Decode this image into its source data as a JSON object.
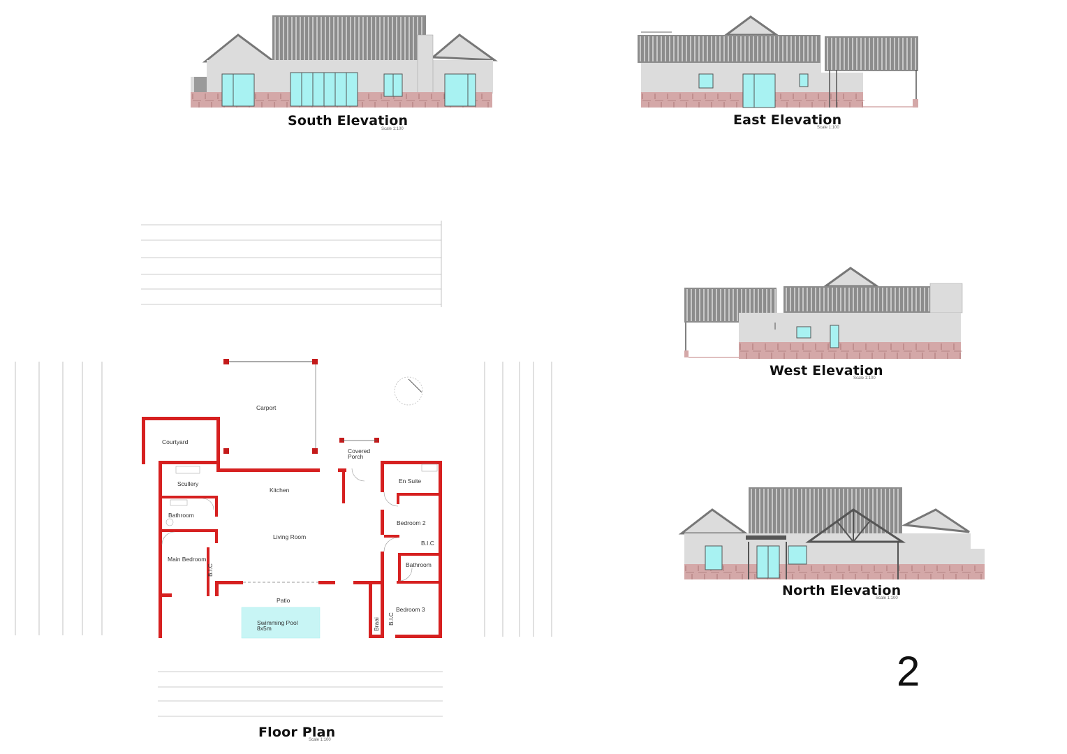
{
  "colors": {
    "wall": "#d62020",
    "plinth": "#d4a8a8",
    "roof": "#8c8c8c",
    "facade": "#dcdcdc",
    "glass": "#a8f2f2",
    "pool": "#c8f5f5"
  },
  "elevations": {
    "south": {
      "title": "South Elevation",
      "scale": "Scale 1:100"
    },
    "east": {
      "title": "East Elevation",
      "scale": "Scale 1:100"
    },
    "west": {
      "title": "West Elevation",
      "scale": "Scale 1:100"
    },
    "north": {
      "title": "North Elevation",
      "scale": "Scale 1:100"
    }
  },
  "floor_plan": {
    "title": "Floor Plan",
    "scale": "Scale 1:100",
    "rooms": {
      "carport": "Carport",
      "courtyard": "Courtyard",
      "covered_porch_1": "Covered",
      "covered_porch_2": "Porch",
      "scullery": "Scullery",
      "kitchen": "Kitchen",
      "en_suite": "En Suite",
      "bathroom_main": "Bathroom",
      "bedroom_2": "Bedroom 2",
      "bic_1": "B.I.C",
      "living_room": "Living Room",
      "main_bedroom": "Main Bedroom",
      "bathroom_2": "Bathroom",
      "bic_2": "B.I.C",
      "patio": "Patio",
      "pool_1": "Swimming Pool",
      "pool_2": "8x5m",
      "bedroom_3": "Bedroom 3",
      "braai": "Braai",
      "bic_3": "B.I.C"
    }
  },
  "sheet_number": "2"
}
